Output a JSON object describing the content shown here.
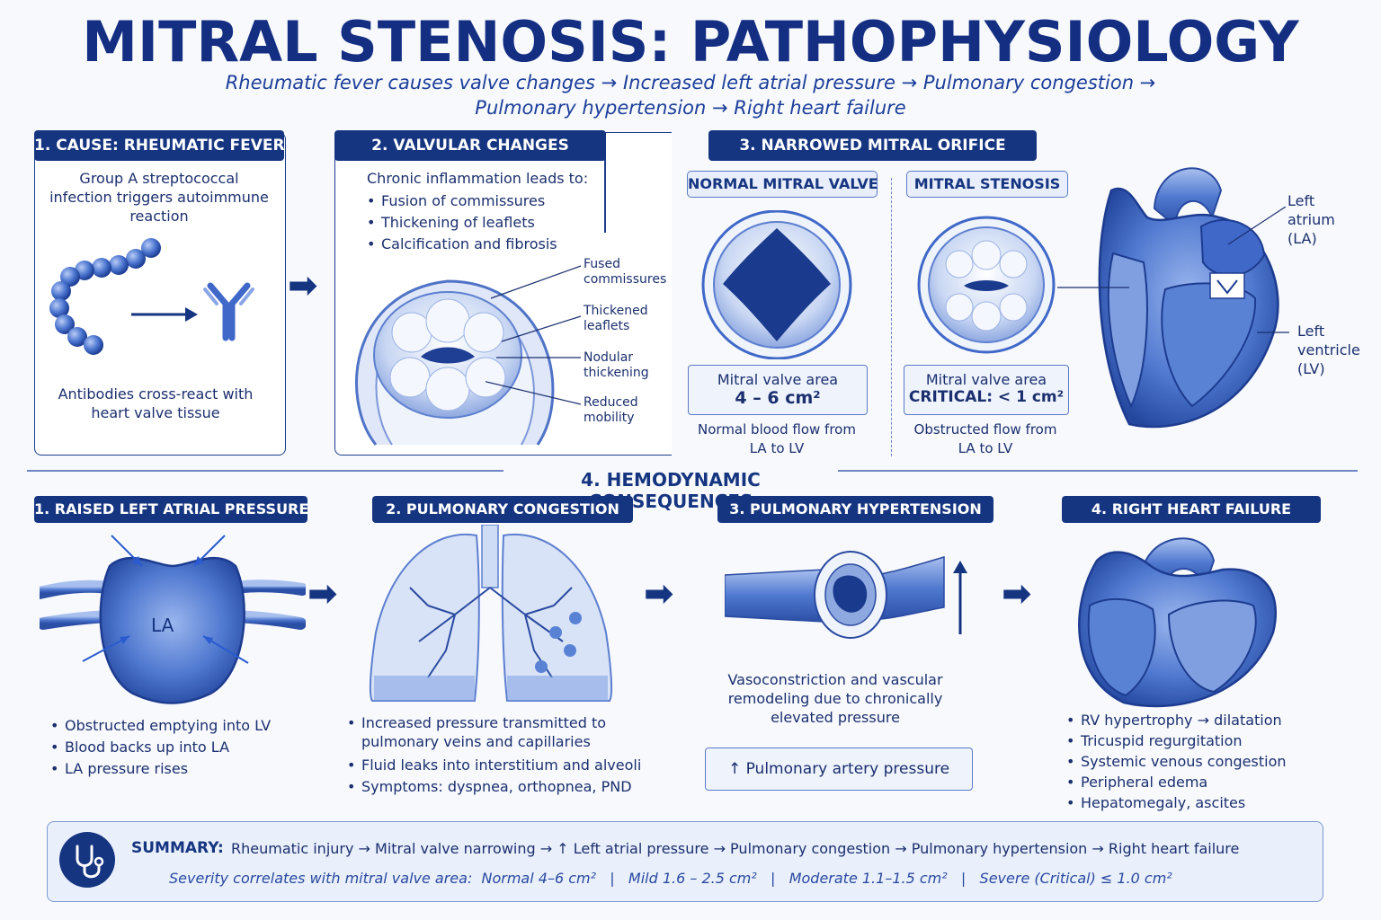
{
  "title": "MITRAL STENOSIS: PATHOPHYSIOLOGY",
  "subtitle_line1": "Rheumatic fever causes valve changes → Increased left atrial pressure → Pulmonary congestion →",
  "subtitle_line2": "Pulmonary hypertension → Right heart failure",
  "panel1": {
    "header": "1. CAUSE: RHEUMATIC FEVER",
    "text_top": "Group A streptococcal infection triggers autoimmune reaction",
    "text_bottom": "Antibodies cross-react with heart valve tissue"
  },
  "panel2": {
    "header": "2. VALVULAR CHANGES",
    "intro": "Chronic inflammation leads to:",
    "bullets": [
      "Fusion of commissures",
      "Thickening of leaflets",
      "Calcification and fibrosis"
    ],
    "labels": [
      "Fused commissures",
      "Thickened leaflets",
      "Nodular thickening",
      "Reduced mobility"
    ]
  },
  "panel3": {
    "header": "3. NARROWED MITRAL ORIFICE",
    "normal": {
      "label": "NORMAL MITRAL VALVE",
      "area_title": "Mitral valve area",
      "area_value": "4 – 6 cm²",
      "caption": "Normal blood flow from LA to LV"
    },
    "stenosis": {
      "label": "MITRAL STENOSIS",
      "area_title": "Mitral valve area",
      "area_value": "CRITICAL: < 1 cm²",
      "caption": "Obstructed flow from LA to LV"
    },
    "heart_labels": {
      "la": "Left atrium (LA)",
      "lv": "Left ventricle (LV)"
    }
  },
  "consequences": {
    "header": "4. HEMODYNAMIC CONSEQUENCES",
    "c1": {
      "header": "1. RAISED LEFT ATRIAL PRESSURE",
      "la_label": "LA",
      "bullets": [
        "Obstructed emptying into LV",
        "Blood backs up into LA",
        "LA pressure rises"
      ]
    },
    "c2": {
      "header": "2. PULMONARY CONGESTION",
      "bullets": [
        "Increased pressure transmitted to pulmonary veins and capillaries",
        "Fluid leaks into interstitium and alveoli",
        "Symptoms: dyspnea, orthopnea, PND"
      ]
    },
    "c3": {
      "header": "3. PULMONARY HYPERTENSION",
      "text": "Vasoconstriction and vascular remodeling due to chronically elevated pressure",
      "box": "↑ Pulmonary artery pressure"
    },
    "c4": {
      "header": "4. RIGHT HEART FAILURE",
      "bullets": [
        "RV hypertrophy → dilatation",
        "Tricuspid regurgitation",
        "Systemic venous congestion",
        "Peripheral edema",
        "Hepatomegaly, ascites"
      ]
    }
  },
  "summary": {
    "label": "SUMMARY:",
    "line1": "Rheumatic injury → Mitral valve narrowing → ↑ Left atrial pressure → Pulmonary congestion → Pulmonary hypertension → Right heart failure",
    "line2": "Severity correlates with mitral valve area:  Normal 4–6 cm²   |   Mild 1.6 – 2.5 cm²   |   Moderate 1.1–1.5 cm²   |   Severe (Critical) ≤ 1.0 cm²"
  },
  "colors": {
    "navy": "#163581",
    "accent": "#3f68c8",
    "light": "#e9effb"
  }
}
